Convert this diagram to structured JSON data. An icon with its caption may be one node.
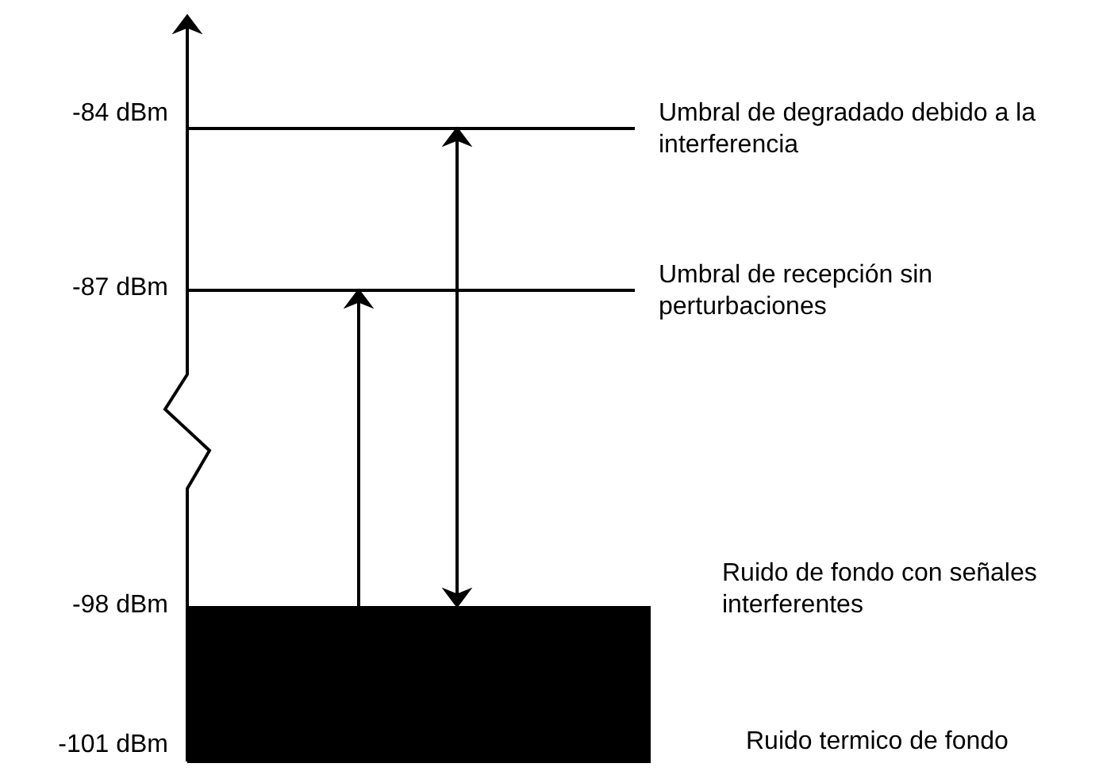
{
  "diagram": {
    "nodes": [
      {
        "text": [
          "Umbral de degradado debido a la interferencia"
        ]
      },
      {
        "text": [
          "Umbral de recepción sin perturbaciones"
        ]
      },
      {
        "text": [
          "Ruido de fondo con señales interferentes"
        ]
      }
    ],
    "edges": [
      {
        "from": 2,
        "to": 1,
        "arrow": "to"
      },
      {
        "from": 0,
        "to": 2,
        "arrow": "both"
      }
    ],
    "labels": [
      "-84 dBm",
      "-87 dBm",
      "-98 dBm",
      "-101 dBm",
      "Ruido termico de fondo"
    ]
  }
}
